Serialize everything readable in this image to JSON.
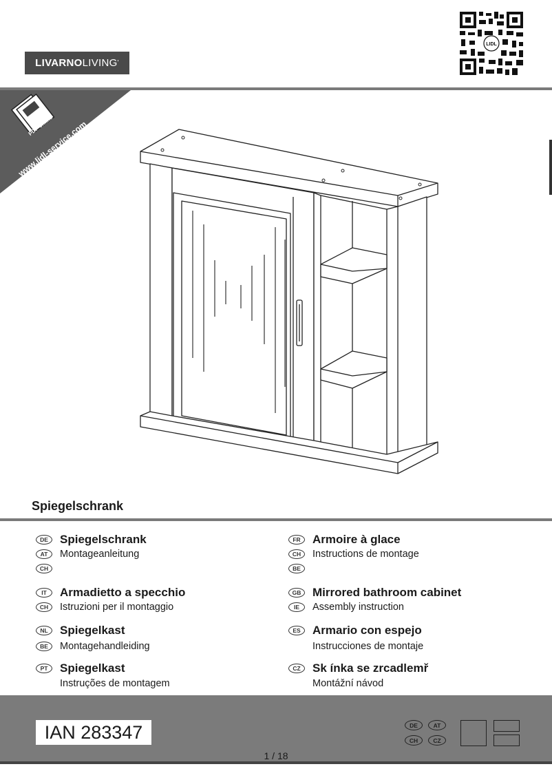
{
  "brand": {
    "bold": "LIVARNO",
    "light": "LIVING",
    "mark": "'"
  },
  "corner_banner": {
    "url": "www.lidl-service.com",
    "badge": "PDF online"
  },
  "qr_center": "LIDL",
  "product_title": "Spiegelschrank",
  "languages": {
    "left": [
      {
        "codes": [
          "DE",
          "AT",
          "CH"
        ],
        "title": "Spiegelschrank",
        "subtitle": "Montageanleitung"
      },
      {
        "codes": [
          "IT",
          "CH"
        ],
        "title": "Armadietto a specchio",
        "subtitle": "Istruzioni per il montaggio"
      },
      {
        "codes": [
          "NL",
          "BE"
        ],
        "title": "Spiegelkast",
        "subtitle": "Montagehandleiding"
      },
      {
        "codes": [
          "PT"
        ],
        "title": "Spiegelkast",
        "subtitle": "Instruções de montagem"
      }
    ],
    "right": [
      {
        "codes": [
          "FR",
          "CH",
          "BE"
        ],
        "title": "Armoire à glace",
        "subtitle": "Instructions de montage"
      },
      {
        "codes": [
          "GB",
          "IE"
        ],
        "title": "Mirrored bathroom cabinet",
        "subtitle": "Assembly instruction"
      },
      {
        "codes": [
          "ES"
        ],
        "title": "Armario con espejo",
        "subtitle": "Instrucciones de montaje"
      },
      {
        "codes": [
          "CZ"
        ],
        "title": "Sk ínka se zrcadlemř",
        "subtitle": "Montážní návod"
      }
    ]
  },
  "footer": {
    "ian": "IAN 283347",
    "page": "1 / 18",
    "country_badges": [
      "DE",
      "AT",
      "CH",
      "CZ"
    ]
  },
  "colors": {
    "rule": "#7a7a7a",
    "footer_bg": "#7b7b7b",
    "logo_bg": "#4a4a4a"
  }
}
